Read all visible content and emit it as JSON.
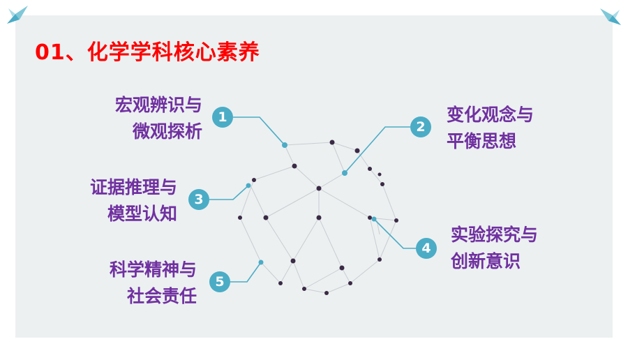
{
  "title": "01、化学学科核心素养",
  "colors": {
    "title": "#ff0000",
    "label": "#7030a0",
    "accent": "#4bacc6",
    "node": "#3a2a45",
    "panel": "#ecf0f1"
  },
  "items": [
    {
      "number": "1",
      "line1": "宏观辨识与",
      "line2": "微观探析"
    },
    {
      "number": "2",
      "line1": "变化观念与",
      "line2": "平衡思想"
    },
    {
      "number": "3",
      "line1": "证据推理与",
      "line2": "模型认知"
    },
    {
      "number": "4",
      "line1": "实验探究与",
      "line2": "创新意识"
    },
    {
      "number": "5",
      "line1": "科学精神与",
      "line2": "社会责任"
    }
  ],
  "icons": {
    "top_left": "paper-crane-icon",
    "top_right": "paper-crane-icon"
  }
}
